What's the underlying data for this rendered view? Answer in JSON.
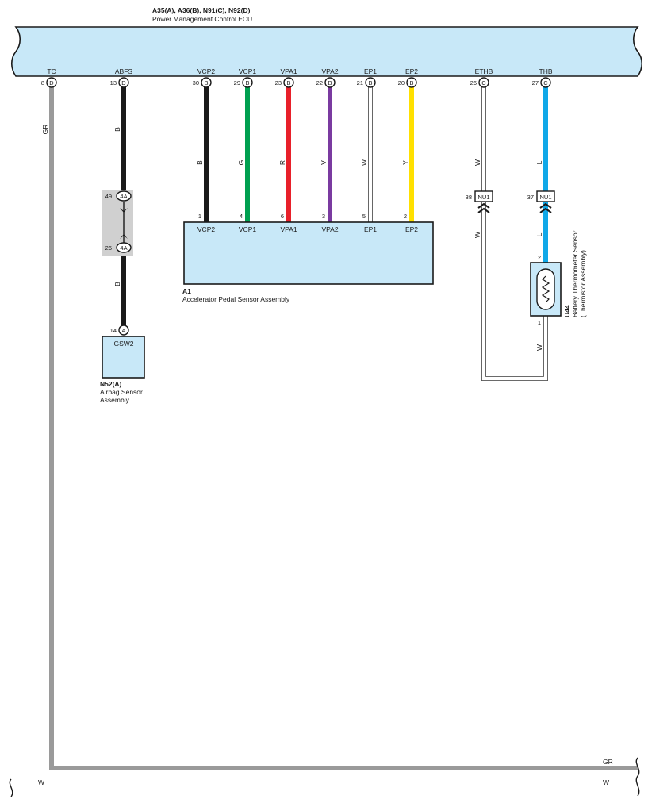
{
  "ecu": {
    "title": "A35(A), A36(B), N91(C), N92(D)",
    "subtitle": "Power Management Control ECU",
    "color": "#c8e8f8"
  },
  "ecu_pins": [
    {
      "label": "TC",
      "num": "8",
      "conn": "D"
    },
    {
      "label": "ABFS",
      "num": "13",
      "conn": "D"
    },
    {
      "label": "VCP2",
      "num": "30",
      "conn": "B"
    },
    {
      "label": "VCP1",
      "num": "29",
      "conn": "B"
    },
    {
      "label": "VPA1",
      "num": "23",
      "conn": "B"
    },
    {
      "label": "VPA2",
      "num": "22",
      "conn": "B"
    },
    {
      "label": "EP1",
      "num": "21",
      "conn": "B"
    },
    {
      "label": "EP2",
      "num": "20",
      "conn": "B"
    },
    {
      "label": "ETHB",
      "num": "26",
      "conn": "C"
    },
    {
      "label": "THB",
      "num": "27",
      "conn": "C"
    }
  ],
  "wires": [
    {
      "code": "GR",
      "color": "#9a9a9a"
    },
    {
      "code": "B",
      "color": "#1a1a1a"
    },
    {
      "code": "B",
      "color": "#1a1a1a"
    },
    {
      "code": "G",
      "color": "#00a050"
    },
    {
      "code": "R",
      "color": "#e8202a"
    },
    {
      "code": "V",
      "color": "#7a3aa0"
    },
    {
      "code": "W",
      "color": "#ffffff"
    },
    {
      "code": "Y",
      "color": "#ffe000"
    },
    {
      "code": "W",
      "color": "#ffffff"
    },
    {
      "code": "L",
      "color": "#10a8e8"
    }
  ],
  "junction": {
    "top_num": "49",
    "top_conn": "4A",
    "bottom_num": "26",
    "bottom_conn": "4A",
    "lower_wire": "B"
  },
  "airbag": {
    "pin_num": "14",
    "pin_conn": "A",
    "pin_label": "GSW2",
    "id": "N52(A)",
    "name_line1": "Airbag Sensor",
    "name_line2": "Assembly"
  },
  "accel": {
    "id": "A1",
    "name": "Accelerator Pedal Sensor Assembly",
    "pins": [
      {
        "num": "1",
        "label": "VCP2"
      },
      {
        "num": "4",
        "label": "VCP1"
      },
      {
        "num": "6",
        "label": "VPA1"
      },
      {
        "num": "3",
        "label": "VPA2"
      },
      {
        "num": "5",
        "label": "EP1"
      },
      {
        "num": "2",
        "label": "EP2"
      }
    ]
  },
  "nu1": [
    {
      "num": "38",
      "label": "NU1",
      "lower_wire": "W"
    },
    {
      "num": "37",
      "label": "NU1",
      "lower_wire": "L"
    }
  ],
  "thermistor": {
    "id": "U44",
    "name_line1": "Battery Thermometer Sensor",
    "name_line2": "(Thermistor Assembly)",
    "pin_top": "2",
    "pin_bottom": "1",
    "bottom_wire": "W"
  },
  "bottom_bus": [
    {
      "code": "GR",
      "color": "#9a9a9a"
    },
    {
      "code": "W",
      "color": "#ffffff"
    }
  ]
}
